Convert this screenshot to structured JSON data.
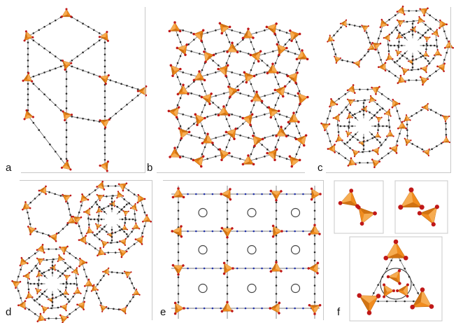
{
  "figure": {
    "panel_labels": {
      "a": "a",
      "b": "b",
      "c": "c",
      "d": "d",
      "e": "e",
      "f": "f"
    },
    "colors": {
      "polyhedron_fill": "#f08c1e",
      "polyhedron_dark": "#b85f0a",
      "polyhedron_light": "#f7b25a",
      "oxygen_vertex": "#c01818",
      "linker_carbon": "#2a2a2a",
      "linker_nitrogen": "#1f2fa8",
      "frame_line": "#c8c8c8"
    },
    "icons": {
      "node": "orange-tetrahedron-icon",
      "linker": "ball-and-stick-linker-icon"
    }
  }
}
